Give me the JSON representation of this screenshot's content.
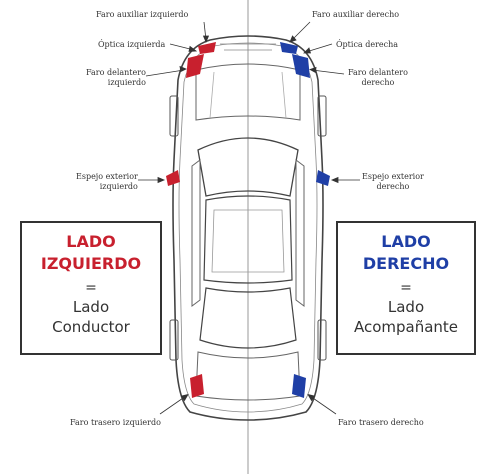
{
  "labels": {
    "aux_left": "Faro auxiliar izquierdo",
    "aux_right": "Faro auxiliar derecho",
    "optic_left": "Óptica izquierda",
    "optic_right": "Óptica derecha",
    "front_left_1": "Faro delantero",
    "front_left_2": "izquierdo",
    "front_right_1": "Faro delantero",
    "front_right_2": "derecho",
    "mirror_left_1": "Espejo exterior",
    "mirror_left_2": "izquierdo",
    "mirror_right_1": "Espejo exterior",
    "mirror_right_2": "derecho",
    "rear_left": "Faro trasero izquierdo",
    "rear_right": "Faro trasero derecho"
  },
  "left_box": {
    "title_1": "LADO",
    "title_2": "IZQUIERDO",
    "equals": "=",
    "sub_1": "Lado",
    "sub_2": "Conductor"
  },
  "right_box": {
    "title_1": "LADO",
    "title_2": "DERECHO",
    "equals": "=",
    "sub_1": "Lado",
    "sub_2": "Acompañante"
  },
  "colors": {
    "left_accent": "#c8202e",
    "right_accent": "#1f3fa6",
    "line": "#444444",
    "light_line": "#888888"
  }
}
